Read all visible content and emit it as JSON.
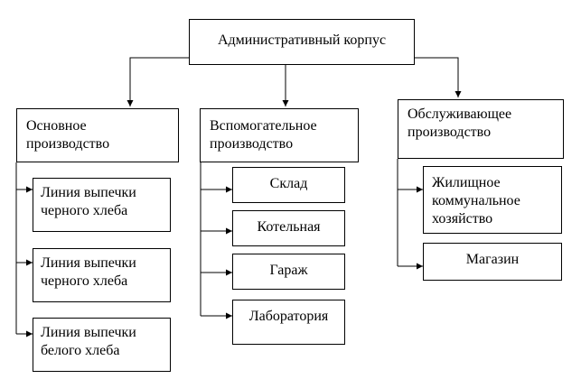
{
  "root": {
    "label": "Административный корпус"
  },
  "columns": [
    {
      "header": {
        "line1": "Основное",
        "line2": "производство"
      },
      "items": [
        {
          "line1": "Линия выпечки",
          "line2": "черного хлеба"
        },
        {
          "line1": "Линия выпечки",
          "line2": "черного хлеба"
        },
        {
          "line1": "Линия выпечки",
          "line2": "белого хлеба"
        }
      ]
    },
    {
      "header": {
        "line1": "Вспомогательное",
        "line2": "производство"
      },
      "items": [
        {
          "label": "Склад"
        },
        {
          "label": "Котельная"
        },
        {
          "label": "Гараж"
        },
        {
          "label": "Лаборатория"
        }
      ]
    },
    {
      "header": {
        "line1": "Обслуживающее",
        "line2": "производство"
      },
      "items": [
        {
          "line1": "Жилищное",
          "line2": "коммунальное",
          "line3": "хозяйство"
        },
        {
          "label": "Магазин"
        }
      ]
    }
  ]
}
